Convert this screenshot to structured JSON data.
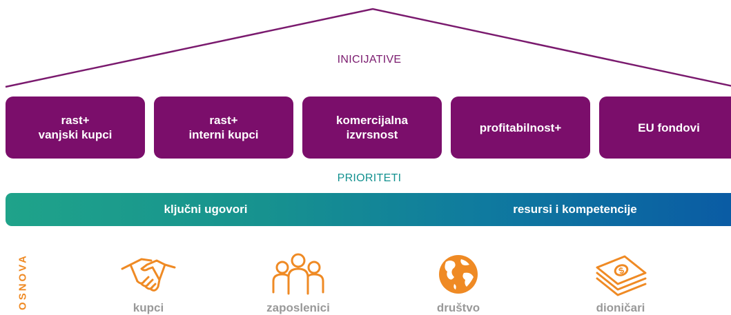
{
  "initiatives_label": "INICIJATIVE",
  "pillars": [
    {
      "label": "rast+\nvanjski kupci"
    },
    {
      "label": "rast+\ninterni kupci"
    },
    {
      "label": "komercijalna\nizvrsnost"
    },
    {
      "label": "profitabilnost+"
    },
    {
      "label": "EU fondovi"
    }
  ],
  "priorities_label": "PRIORITETI",
  "base_bar": {
    "left": "ključni ugovori",
    "right": "resursi i kompetencije"
  },
  "foundation_label": "OSNOVA",
  "stakeholders": [
    {
      "label": "kupci",
      "icon": "handshake-icon"
    },
    {
      "label": "zaposlenici",
      "icon": "people-icon"
    },
    {
      "label": "društvo",
      "icon": "globe-icon"
    },
    {
      "label": "dioničari",
      "icon": "money-stack-icon"
    }
  ],
  "colors": {
    "roof": "#7a1a6e",
    "pillar": "#7b0e6b",
    "priorities": "#12918f",
    "bar_start": "#1fa38a",
    "bar_end": "#0a5aa4",
    "foundation": "#ef8a24",
    "stakeholder_text": "#999999"
  }
}
